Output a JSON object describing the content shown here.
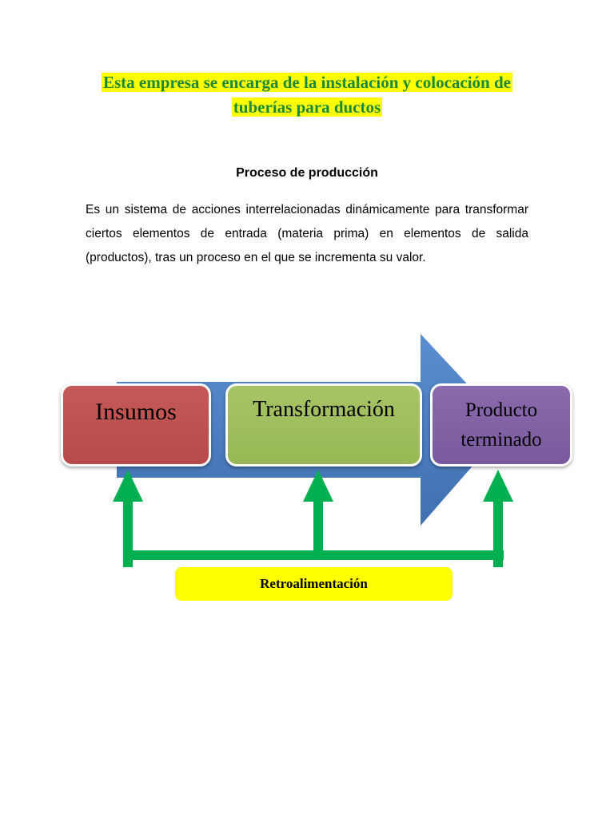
{
  "document": {
    "headline_line1": "Esta empresa se encarga de la instalación y colocación de",
    "headline_line2": "tuberías para ductos",
    "section_title": "Proceso de producción",
    "body_text": "Es un sistema de acciones interrelacionadas dinámicamente para transformar ciertos elementos de entrada (materia prima) en elementos de salida (productos), tras un proceso en el que se incrementa su valor."
  },
  "diagram": {
    "stages": [
      {
        "label": "Insumos",
        "color": "#c0504d"
      },
      {
        "label": "Transformación",
        "color": "#9bbb59"
      },
      {
        "label_line1": "Producto",
        "label_line2": "terminado",
        "color": "#8064a2"
      }
    ],
    "feedback_label": "Retroalimentación",
    "arrow_color": "#4f81bd",
    "feedback_color": "#00b050",
    "highlight_color": "#ffff00"
  }
}
